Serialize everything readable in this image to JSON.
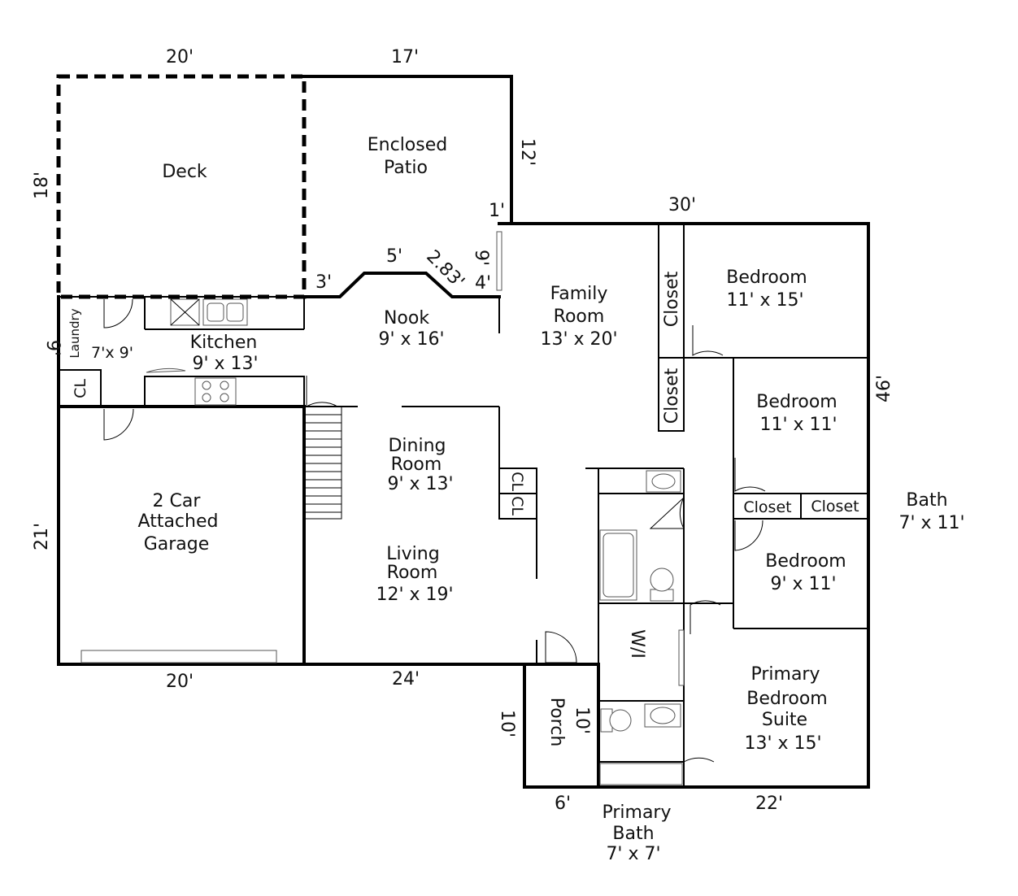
{
  "rooms": {
    "deck": {
      "name": "Deck"
    },
    "patio": {
      "name1": "Enclosed",
      "name2": "Patio"
    },
    "nook": {
      "name": "Nook",
      "size": "9' x 16'"
    },
    "family": {
      "name1": "Family",
      "name2": "Room",
      "size": "13' x 20'"
    },
    "kitchen": {
      "name": "Kitchen",
      "size": "9' x 13'"
    },
    "laundry": {
      "name": "Laundry",
      "size": "7'x 9'"
    },
    "dining": {
      "name1": "Dining",
      "name2": "Room",
      "size": "9' x 13'"
    },
    "living": {
      "name1": "Living",
      "name2": "Room",
      "size": "12' x 19'"
    },
    "garage": {
      "name1": "2 Car",
      "name2": "Attached",
      "name3": "Garage"
    },
    "bed1": {
      "name": "Bedroom",
      "size": "11' x 15'"
    },
    "bed2": {
      "name": "Bedroom",
      "size": "11' x 11'"
    },
    "bed3": {
      "name": "Bedroom",
      "size": "9' x 11'"
    },
    "bath": {
      "name": "Bath",
      "size": "7' x 11'"
    },
    "primary_suite": {
      "name1": "Primary",
      "name2": "Bedroom",
      "name3": "Suite",
      "size": "13' x 15'"
    },
    "primary_bath": {
      "name1": "Primary",
      "name2": "Bath",
      "size": "7' x 7'"
    },
    "porch": {
      "name": "Porch"
    },
    "walkin": {
      "name": "W/I"
    },
    "closets": {
      "c1": "Closet",
      "c2": "Closet",
      "c3": "Closet",
      "c4": "Closet",
      "cl1": "CL",
      "cl2": "CL",
      "cl3": "CL"
    }
  },
  "dims": {
    "deck_w": "20'",
    "patio_w": "17'",
    "patio_h": "12'",
    "deck_h": "18'",
    "top_right_w": "30'",
    "step_1": "1'",
    "wall_9": "9'",
    "wall_3": "3'",
    "wall_5": "5'",
    "wall_283": "2.83'",
    "wall_4": "4'",
    "laundry_h": "9'",
    "right_h": "46'",
    "garage_h": "21'",
    "garage_w": "20'",
    "living_w": "24'",
    "porch_h": "10'",
    "porch_w": "10'",
    "porch_bottom": "6'",
    "bottom_right": "22'"
  }
}
